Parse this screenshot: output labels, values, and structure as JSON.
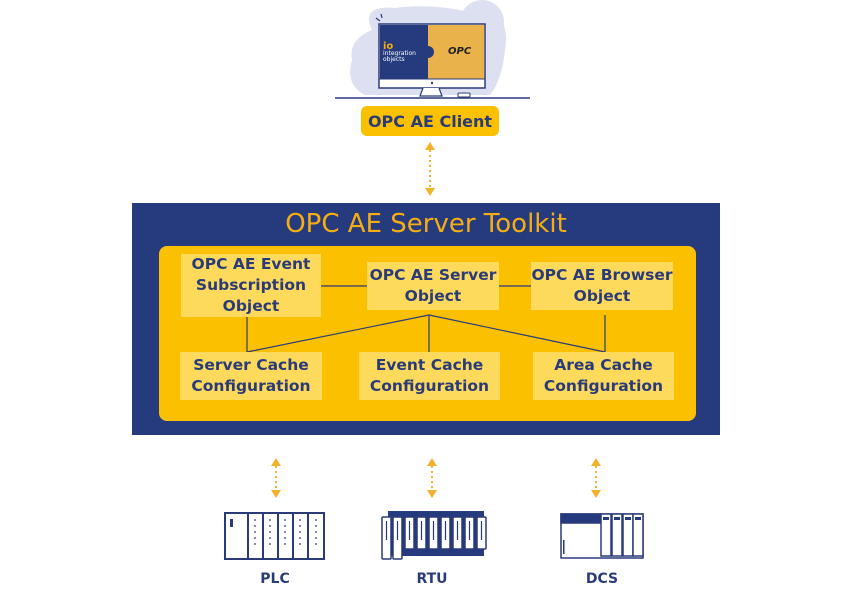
{
  "client": {
    "label": "OPC AE Client",
    "monitor": {
      "left_brand": "integration objects",
      "right_brand": "OPC"
    }
  },
  "toolkit": {
    "title": "OPC AE Server Toolkit",
    "nodes": {
      "subscription": "OPC AE Event Subscription Object",
      "server": "OPC AE Server Object",
      "browser": "OPC AE Browser Object",
      "server_cache": "Server Cache Configuration",
      "event_cache": "Event Cache Configuration",
      "area_cache": "Area Cache Configuration"
    }
  },
  "devices": [
    {
      "label": "PLC"
    },
    {
      "label": "RTU"
    },
    {
      "label": "DCS"
    }
  ],
  "colors": {
    "navy": "#253b7e",
    "yellow": "#fbc100",
    "light_yellow": "#fdd95c",
    "orange_text": "#f6ad12",
    "arrow": "#f2b32a"
  }
}
